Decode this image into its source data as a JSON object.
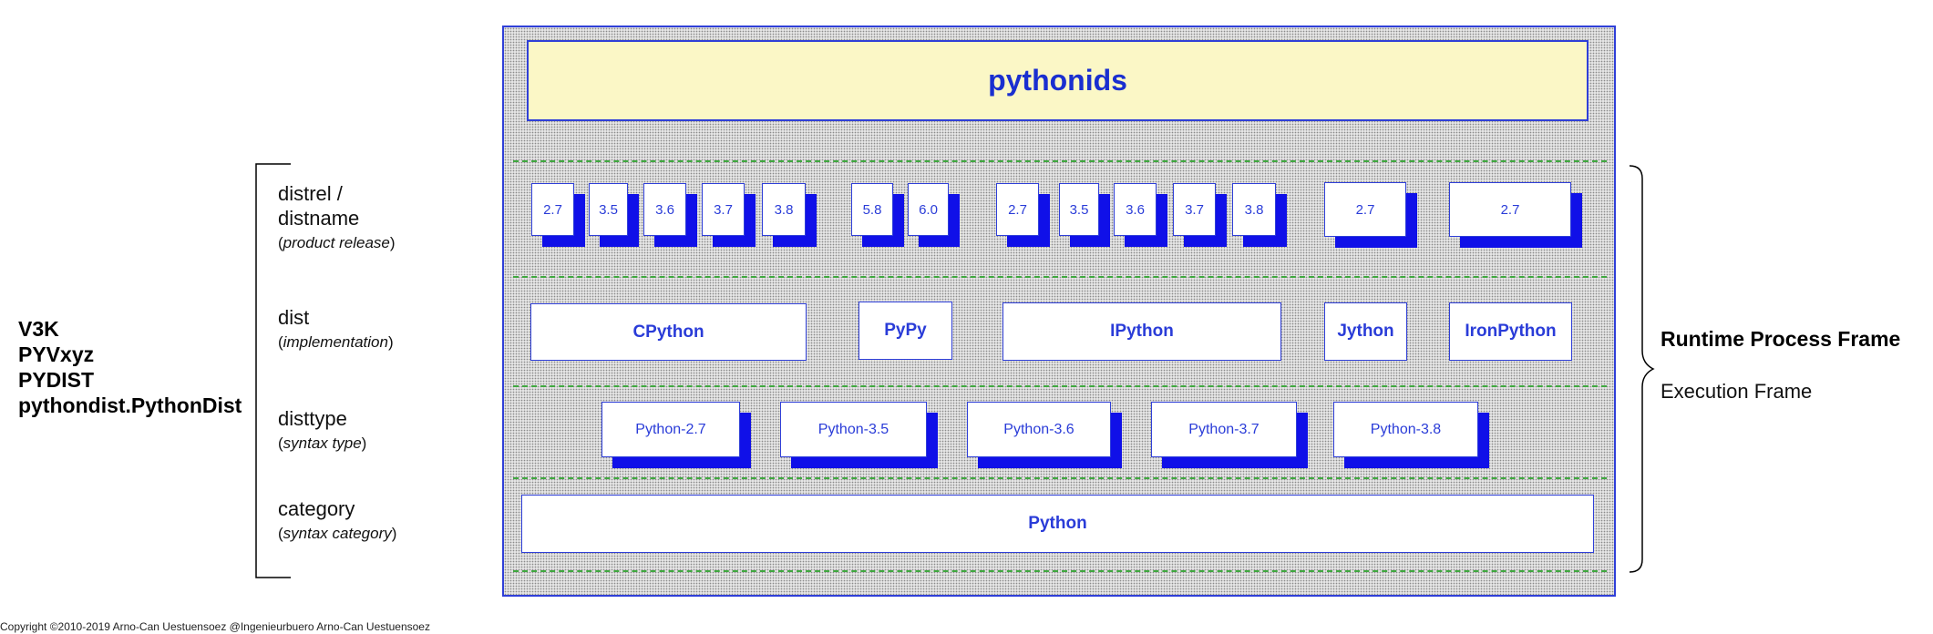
{
  "title": "pythonids",
  "rows": {
    "distrel": {
      "label1": "distrel /",
      "label2": "distname",
      "sub_open": "(",
      "sub_em": "product release",
      "sub_close": ")"
    },
    "dist": {
      "label1": "dist",
      "sub_open": "(",
      "sub_em": "implementation",
      "sub_close": ")"
    },
    "disttype": {
      "label1": "disttype",
      "sub_open": "(",
      "sub_em": "syntax type",
      "sub_close": ")"
    },
    "category": {
      "label1": "category",
      "sub_open": "(",
      "sub_em": "syntax category",
      "sub_close": ")"
    }
  },
  "releases": {
    "cpython": [
      "2.7",
      "3.5",
      "3.6",
      "3.7",
      "3.8"
    ],
    "pypy": [
      "5.8",
      "6.0"
    ],
    "ipython": [
      "2.7",
      "3.5",
      "3.6",
      "3.7",
      "3.8"
    ],
    "jython": [
      "2.7"
    ],
    "ironpython": [
      "2.7"
    ]
  },
  "implementations": [
    "CPython",
    "PyPy",
    "IPython",
    "Jython",
    "IronPython"
  ],
  "syntax_types": [
    "Python-2.7",
    "Python-3.5",
    "Python-3.6",
    "Python-3.7",
    "Python-3.8"
  ],
  "category": "Python",
  "aliases": [
    "V3K",
    "PYVxyz",
    "PYDIST",
    "pythondist.PythonDist"
  ],
  "right": {
    "title": "Runtime Process Frame",
    "subtitle": "Execution Frame"
  },
  "copyright": "Copyright ©2010-2019 Arno-Can Uestuensoez @Ingenieurbuero Arno-Can Uestuensoez"
}
